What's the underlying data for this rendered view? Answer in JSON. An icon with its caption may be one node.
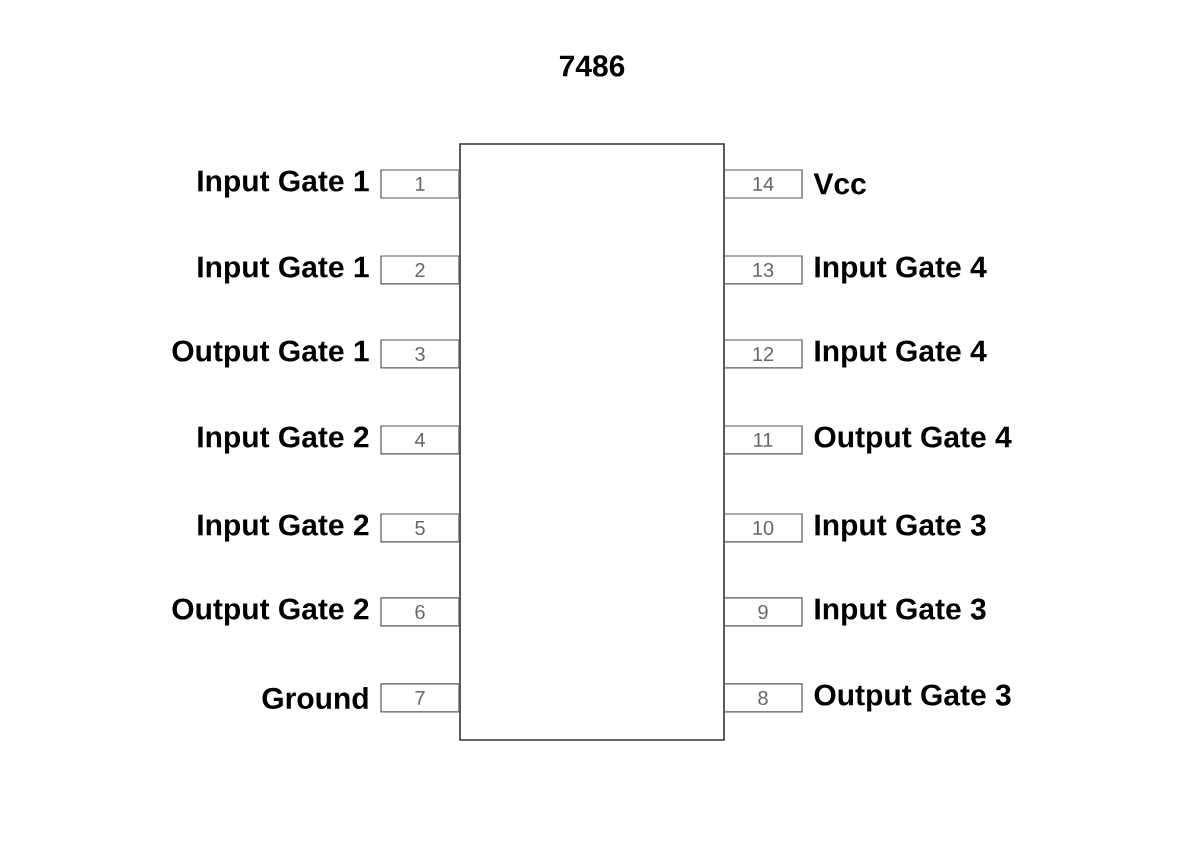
{
  "diagram": {
    "title": "7486",
    "nodes": [
      {
        "text": [],
        "shape": "box"
      },
      {
        "text": [
          "1"
        ],
        "beside": [
          "Input Gate 1"
        ]
      },
      {
        "text": [
          "2"
        ],
        "beside": [
          "Input Gate 1"
        ]
      },
      {
        "text": [
          "3"
        ],
        "beside": [
          "Output Gate 1"
        ]
      },
      {
        "text": [
          "4"
        ],
        "beside": [
          "Input Gate 2"
        ]
      },
      {
        "text": [
          "5"
        ],
        "beside": [
          "Input Gate 2"
        ]
      },
      {
        "text": [
          "6"
        ],
        "beside": [
          "Output Gate 2"
        ]
      },
      {
        "text": [
          "7"
        ],
        "beside": [
          "Ground"
        ]
      },
      {
        "text": [
          "8"
        ],
        "beside": [
          "Output Gate 3"
        ]
      },
      {
        "text": [
          "9"
        ],
        "beside": [
          "Input Gate 3"
        ]
      },
      {
        "text": [
          "10"
        ],
        "beside": [
          "Input Gate 3"
        ]
      },
      {
        "text": [
          "11"
        ],
        "beside": [
          "Output Gate 4"
        ]
      },
      {
        "text": [
          "12"
        ],
        "beside": [
          "Input Gate 4"
        ]
      },
      {
        "text": [
          "13"
        ],
        "beside": [
          "Input Gate 4"
        ]
      },
      {
        "text": [
          "14"
        ],
        "beside": [
          "Vcc"
        ]
      }
    ]
  }
}
